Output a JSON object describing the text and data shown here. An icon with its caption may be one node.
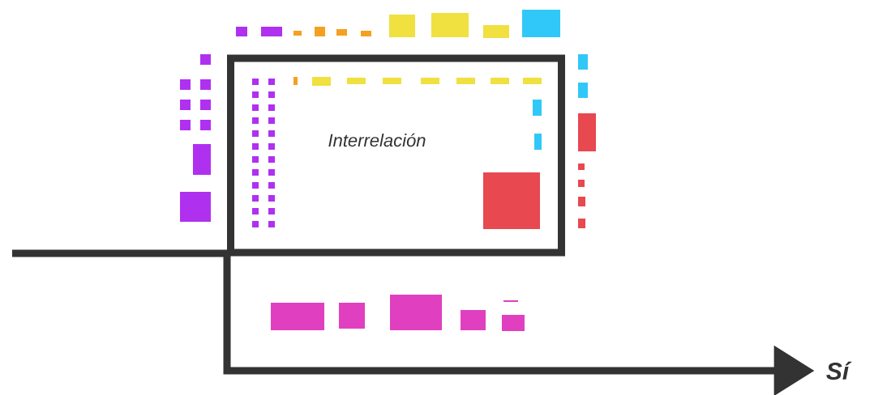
{
  "diagram": {
    "nodes": [
      {
        "text": [
          "Interrelación"
        ]
      },
      {
        "text": [
          "Sí"
        ]
      }
    ],
    "edges": [
      {
        "from": 0,
        "to": 1,
        "arrow": "to"
      }
    ]
  }
}
